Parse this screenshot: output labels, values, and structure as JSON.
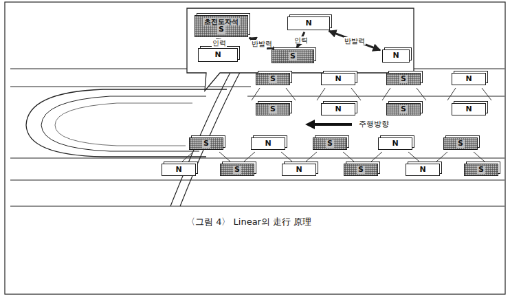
{
  "diagram": {
    "caption": "〈그림 4〉 Linear의 走行 原理",
    "nodes": [
      {
        "text": [
          "초전도자석",
          "S"
        ]
      },
      {
        "text": [
          "N"
        ]
      },
      {
        "text": [
          "N"
        ]
      },
      {
        "text": [
          "S"
        ]
      },
      {
        "text": [
          "N"
        ]
      },
      {
        "text": [
          "S"
        ]
      },
      {
        "text": [
          "N"
        ]
      },
      {
        "text": [
          "S"
        ]
      },
      {
        "text": [
          "N"
        ]
      },
      {
        "text": [
          "S"
        ]
      },
      {
        "text": [
          "N"
        ]
      },
      {
        "text": [
          "S"
        ]
      },
      {
        "text": [
          "N"
        ]
      },
      {
        "text": [
          "S"
        ]
      },
      {
        "text": [
          "N"
        ]
      },
      {
        "text": [
          "S"
        ]
      },
      {
        "text": [
          "N"
        ]
      },
      {
        "text": [
          "S"
        ]
      },
      {
        "text": [
          "N"
        ]
      },
      {
        "text": [
          "S"
        ]
      },
      {
        "text": [
          "N"
        ]
      },
      {
        "text": [
          "S"
        ]
      },
      {
        "text": [
          "N"
        ]
      },
      {
        "text": [
          "S"
        ]
      }
    ],
    "edges": [
      {
        "from": 0,
        "to": 2,
        "arrow": "to",
        "label": "인력"
      },
      {
        "from": 0,
        "to": 3,
        "arrow": "both",
        "label": "반발력"
      },
      {
        "from": 1,
        "to": 3,
        "arrow": "to",
        "label": "인력"
      },
      {
        "from": 1,
        "to": 4,
        "arrow": "both",
        "label": "반발력"
      }
    ],
    "labels": [
      "주행방향"
    ]
  }
}
